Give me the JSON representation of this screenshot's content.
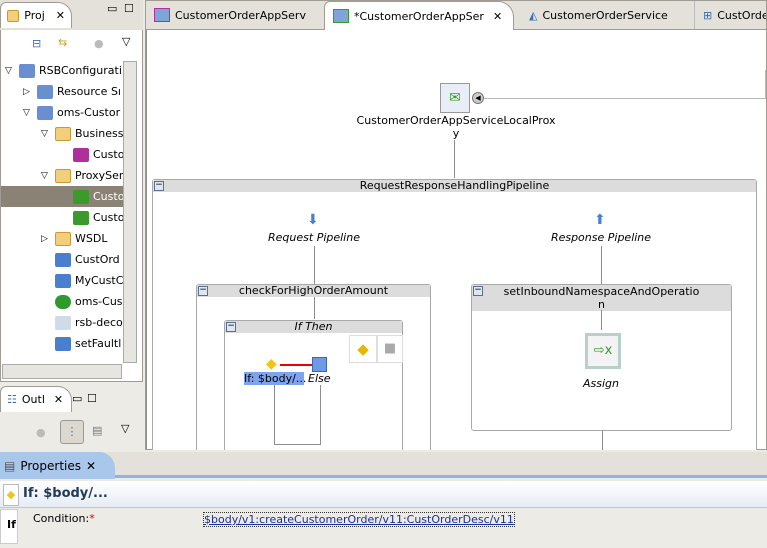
{
  "project_panel": {
    "tab_label": "Proj",
    "tree": [
      {
        "label": "RSBConfigurati",
        "indent": 0,
        "twisty": "open",
        "icon": "project"
      },
      {
        "label": "Resource Sı",
        "indent": 1,
        "twisty": "closed",
        "icon": "project"
      },
      {
        "label": "oms-Custor",
        "indent": 1,
        "twisty": "open",
        "icon": "project"
      },
      {
        "label": "Business",
        "indent": 2,
        "twisty": "open",
        "icon": "folder"
      },
      {
        "label": "Custo",
        "indent": 3,
        "twisty": "",
        "icon": "business-service"
      },
      {
        "label": "ProxySer",
        "indent": 2,
        "twisty": "open",
        "icon": "folder"
      },
      {
        "label": "Custo",
        "indent": 3,
        "twisty": "",
        "icon": "proxy-service",
        "selected": true
      },
      {
        "label": "Custo",
        "indent": 3,
        "twisty": "",
        "icon": "proxy-service"
      },
      {
        "label": "WSDL",
        "indent": 2,
        "twisty": "closed",
        "icon": "folder"
      },
      {
        "label": "CustOrd",
        "indent": 2,
        "twisty": "",
        "icon": "xquery"
      },
      {
        "label": "MyCustC",
        "indent": 2,
        "twisty": "",
        "icon": "xquery"
      },
      {
        "label": "oms-Cus",
        "indent": 2,
        "twisty": "",
        "icon": "error"
      },
      {
        "label": "rsb-deco",
        "indent": 2,
        "twisty": "",
        "icon": "jar"
      },
      {
        "label": "setFaultl",
        "indent": 2,
        "twisty": "",
        "icon": "xquery"
      }
    ]
  },
  "outline_panel": {
    "tab_label": "Outl"
  },
  "editor": {
    "tabs": [
      {
        "label": "CustomerOrderAppServ",
        "icon": "business-service",
        "active": false
      },
      {
        "label": "*CustomerOrderAppSer",
        "icon": "proxy-service",
        "active": true
      },
      {
        "label": "CustomerOrderService",
        "icon": "wsdl",
        "active": false
      },
      {
        "label": "CustOrde",
        "icon": "xquery",
        "active": false
      }
    ],
    "proxy_name_line1": "CustomerOrderAppServiceLocalProx",
    "proxy_name_line2": "y",
    "pipeline_title": "RequestResponseHandlingPipeline",
    "request_label": "Request Pipeline",
    "response_label": "Response Pipeline",
    "stage1_title": "checkForHighOrderAmount",
    "ifthen_title": "If Then",
    "if_label": "If: $body/...",
    "else_label": "Else",
    "stage2_title_line1": "setInboundNamespaceAndOperatio",
    "stage2_title_line2": "n",
    "assign_label": "Assign"
  },
  "properties": {
    "tab_label": "Properties",
    "title": "If: $body/...",
    "side_tab": "If",
    "condition_label": "Condition:",
    "required_mark": "*",
    "condition_value": "$body/v1:createCustomerOrder/v11:CustOrderDesc/v11"
  }
}
